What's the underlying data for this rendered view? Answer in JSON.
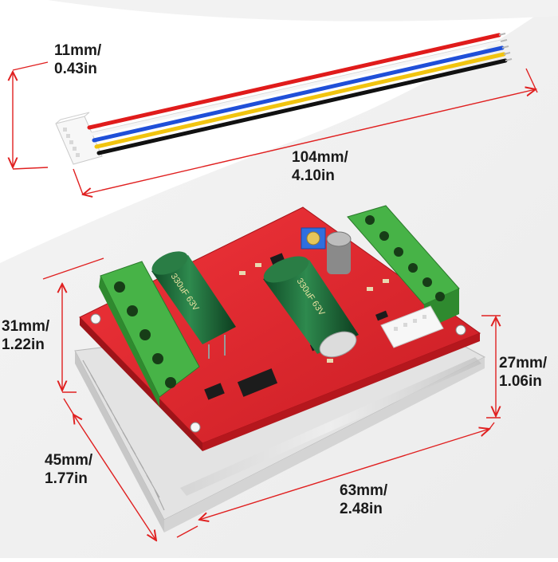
{
  "image": {
    "subject": "product-photo",
    "colors": {
      "dimension_line": "#e02020",
      "pcb": "#e8262b",
      "terminal": "#3ea83e",
      "heatsink": "#d9d9d9",
      "capacitor": "#1e6b3a",
      "wire_red": "#e01b1b",
      "wire_white": "#f2f2f2",
      "wire_blue": "#1f4fd8",
      "wire_yellow": "#f1c40f",
      "wire_black": "#111111"
    }
  },
  "dimensions": {
    "cable_connector_height": {
      "metric": "11mm/",
      "imperial": "0.43in"
    },
    "cable_length": {
      "metric": "104mm/",
      "imperial": "4.10in"
    },
    "board_height": {
      "metric": "31mm/",
      "imperial": "1.22in"
    },
    "heatsink_height": {
      "metric": "27mm/",
      "imperial": "1.06in"
    },
    "board_width": {
      "metric": "45mm/",
      "imperial": "1.77in"
    },
    "board_length": {
      "metric": "63mm/",
      "imperial": "2.48in"
    }
  },
  "components": {
    "capacitor_left_marking": "330uF 63V",
    "capacitor_center_marking": "330uF 63V"
  }
}
